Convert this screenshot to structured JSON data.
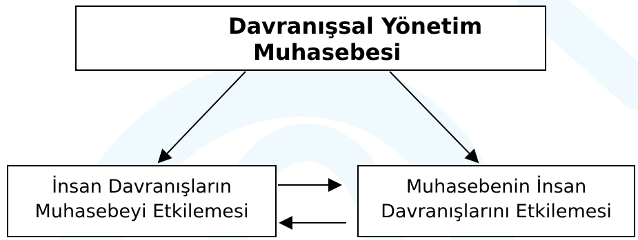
{
  "diagram": {
    "top_box": {
      "line1": "Davranışsal Yönetim",
      "line2": "Muhasebesi"
    },
    "left_box": {
      "line1": "İnsan Davranışların",
      "line2": "Muhasebeyi Etkilemesi"
    },
    "right_box": {
      "line1": "Muhasebenin İnsan",
      "line2": "Davranışlarını Etkilemesi"
    },
    "watermark_color": "#00b0e8"
  }
}
